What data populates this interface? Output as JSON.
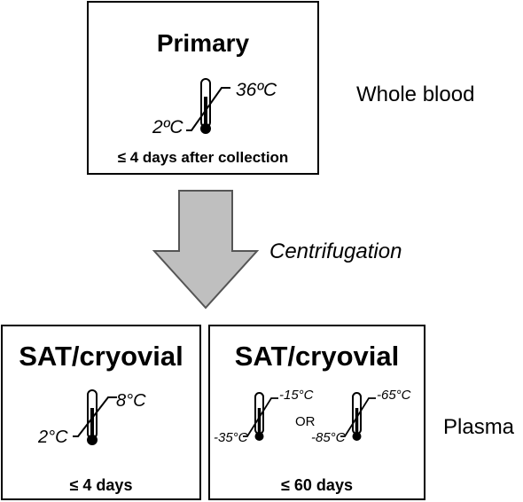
{
  "primary": {
    "title": "Primary",
    "temp_high": "36ºC",
    "temp_low": "2ºC",
    "duration": "≤ 4 days after collection",
    "sample_label": "Whole blood"
  },
  "process": {
    "label": "Centrifugation"
  },
  "sat_left": {
    "title": "SAT/cryovial",
    "temp_high": "8°C",
    "temp_low": "2°C",
    "duration": "≤ 4 days"
  },
  "sat_right": {
    "title": "SAT/cryovial",
    "a_high": "-15°C",
    "a_low": "-35°C",
    "or": "OR",
    "b_high": "-65°C",
    "b_low": "-85°C",
    "duration": "≤ 60 days"
  },
  "plasma_label": "Plasma",
  "colors": {
    "arrow_fill": "#bfbfbf",
    "arrow_stroke": "#555555"
  }
}
